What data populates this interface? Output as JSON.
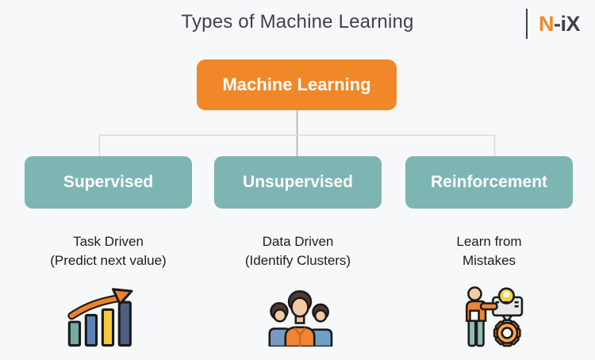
{
  "header": {
    "title": "Types of Machine Learning",
    "logo": {
      "prefix": "N",
      "suffix": "-iX"
    }
  },
  "tree": {
    "root": {
      "label": "Machine Learning"
    },
    "branches": [
      {
        "label": "Supervised",
        "caption": [
          "Task Driven",
          "(Predict next value)"
        ],
        "icon": "growth-bar-chart-icon"
      },
      {
        "label": "Unsupervised",
        "caption": [
          "Data Driven",
          "(Identify Clusters)"
        ],
        "icon": "people-group-icon"
      },
      {
        "label": "Reinforcement",
        "caption": [
          "Learn from",
          "Mistakes"
        ],
        "icon": "person-gear-idea-icon"
      }
    ]
  },
  "colors": {
    "background": "#F7F8FA",
    "accent_orange": "#F0882A",
    "node_teal": "#7DB5B3",
    "title_text": "#3D4349",
    "caption_text": "#1C1D1F",
    "connector_light": "#D8DADC",
    "connector_dark": "#A8AAAD",
    "logo_dark": "#3E4347"
  }
}
